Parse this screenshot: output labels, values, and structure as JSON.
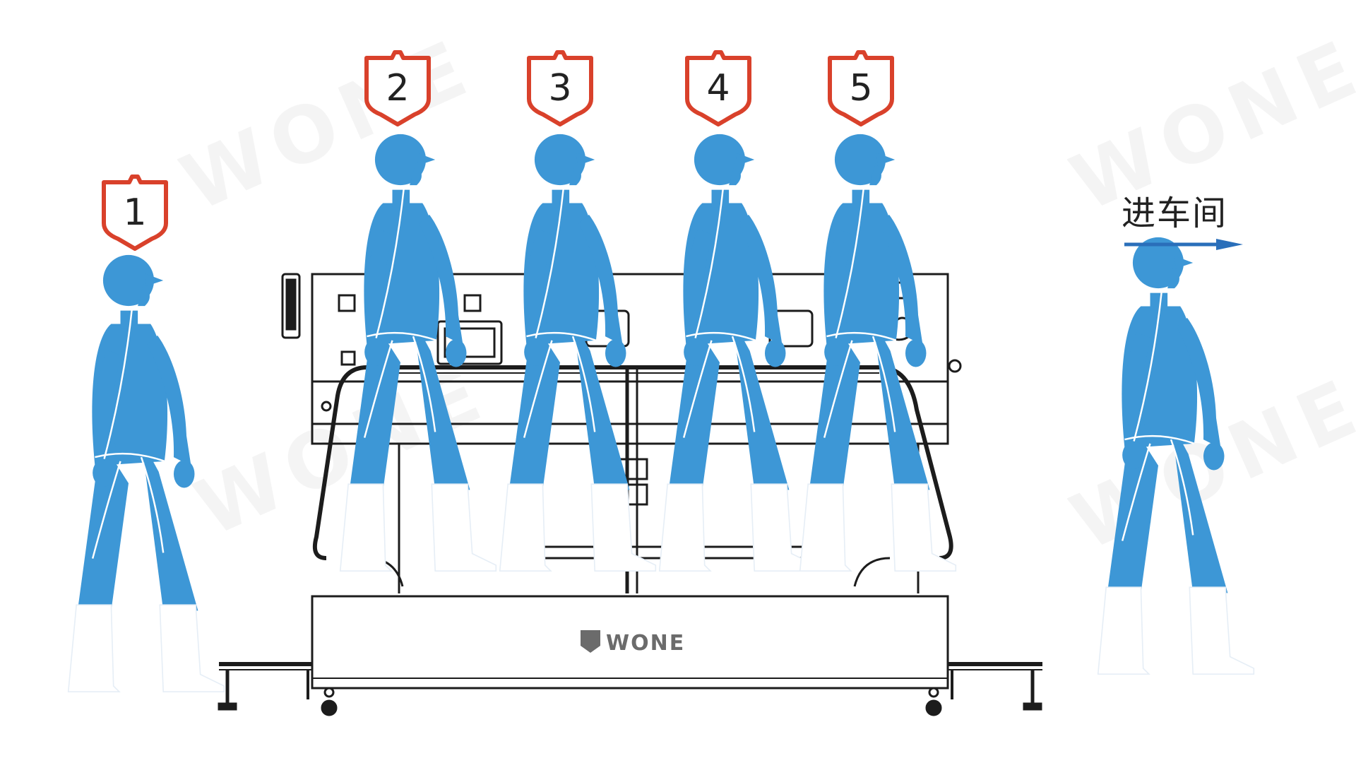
{
  "steps": [
    "1",
    "2",
    "3",
    "4",
    "5"
  ],
  "direction": {
    "label": "进车间"
  },
  "machine": {
    "brand": "WONE"
  },
  "watermark": {
    "text": "WONE"
  },
  "colors": {
    "figure": "#3d97d6",
    "badge": "#d9412b",
    "arrow": "#2a6fba",
    "outline": "#1c1c1c",
    "boot": "#ffffff"
  },
  "icons": [
    "worker-figure",
    "step-badge-icon",
    "brand-logo-icon",
    "direction-arrow-icon"
  ]
}
